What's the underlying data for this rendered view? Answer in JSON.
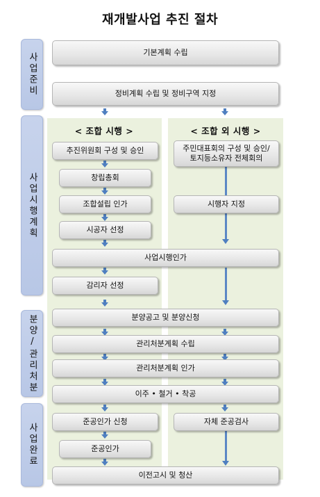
{
  "title": "재개발사업 추진 절차",
  "phases": {
    "prep": "사업준비",
    "plan": "사업시행계획",
    "sale": "분양/관리처분",
    "done": "사업완료"
  },
  "headers": {
    "union": "< 조합 시행 >",
    "non_union": "< 조합 외 시행 >"
  },
  "steps": {
    "basic_plan": "기본계획 수립",
    "zone_plan": "정비계획 수립 및 정비구역 지정",
    "committee": "추진위원회 구성 및 승인",
    "general_meeting": "창립총회",
    "union_approval": "조합설립 인가",
    "contractor": "시공자 선정",
    "residents_line1": "주민대표회의 구성 및 승인/",
    "residents_line2": "토지등소유자 전체회의",
    "operator": "시행자 지정",
    "project_approval": "사업시행인가",
    "supervisor": "감리자 선정",
    "sale_notice": "분양공고 및 분양신청",
    "disposal_plan": "관리처분계획 수립",
    "disposal_approval": "관리처분계획 인가",
    "relocation": "이주 • 철거 • 착공",
    "completion_union": "준공인가 신청",
    "completion_self": "자체 준공검사",
    "completion_approval": "준공인가",
    "transfer": "이전고시 및 청산"
  },
  "colors": {
    "phase_fill": "#bccbe7",
    "panel_fill": "#ebf1de",
    "arrow": "#4f7fc0"
  }
}
